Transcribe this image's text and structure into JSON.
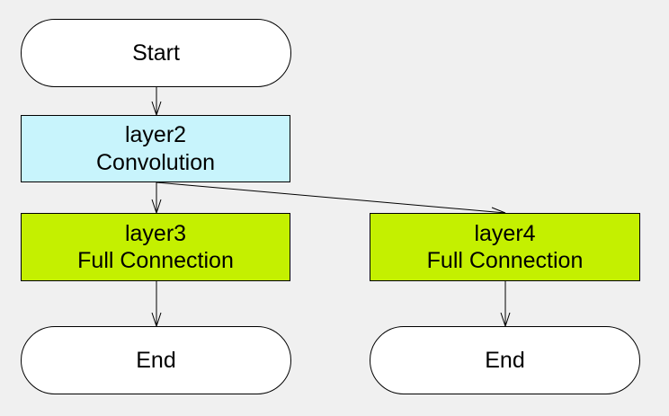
{
  "diagram": {
    "nodes": [
      {
        "id": "start",
        "kind": "terminal",
        "lines": [
          "Start"
        ]
      },
      {
        "id": "layer2",
        "kind": "process",
        "lines": [
          "layer2",
          "Convolution"
        ]
      },
      {
        "id": "layer3",
        "kind": "process",
        "lines": [
          "layer3",
          "Full Connection"
        ]
      },
      {
        "id": "layer4",
        "kind": "process",
        "lines": [
          "layer4",
          "Full Connection"
        ]
      },
      {
        "id": "end_left",
        "kind": "terminal",
        "lines": [
          "End"
        ]
      },
      {
        "id": "end_right",
        "kind": "terminal",
        "lines": [
          "End"
        ]
      }
    ],
    "edges": [
      {
        "from": "start",
        "to": "layer2"
      },
      {
        "from": "layer2",
        "to": "layer3"
      },
      {
        "from": "layer2",
        "to": "layer4"
      },
      {
        "from": "layer3",
        "to": "end_left"
      },
      {
        "from": "layer4",
        "to": "end_right"
      }
    ],
    "colors": {
      "background": "#f0f0f0",
      "terminal_fill": "#ffffff",
      "convolution_fill": "#c8f4fc",
      "full_connection_fill": "#c4f000",
      "stroke": "#000000"
    }
  }
}
